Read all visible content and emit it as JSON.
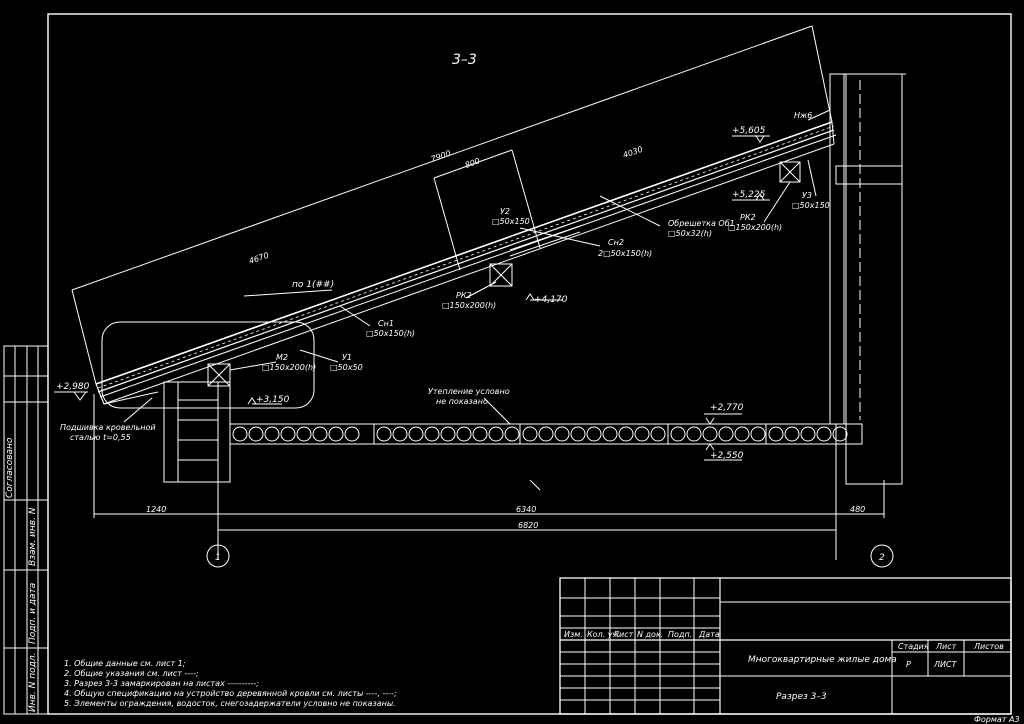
{
  "section_title": "3–3",
  "dims": {
    "d7900": "7900",
    "d800": "800",
    "d4030": "4030",
    "d4670": "4670",
    "d1240": "1240",
    "d6340": "6340",
    "d480": "480",
    "d6820": "6820"
  },
  "elevations": {
    "e5605": "+5,605",
    "e5225": "+5,225",
    "e4170": "+4,170",
    "e3150": "+3,150",
    "e2980": "+2,980",
    "e2770": "+2,770",
    "e2550": "+2,550"
  },
  "labels": {
    "nzh6": "Нж6",
    "po1": "по 1(##)",
    "v2": "У2",
    "v2_size": "□50x150",
    "ss2": "Сн2",
    "ss2_size": "2□50x150(h)",
    "obr": "Обрешетка Об1",
    "obr_size": "□50x32(h)",
    "rk2a": "РК2",
    "rk2a_size": "□150x200(h)",
    "v3": "У3",
    "v3_size": "□50x150",
    "rk2b": "РК2",
    "rk2b_size": "□150x200(h)",
    "ss1": "Сн1",
    "ss1_size": "□50x150(h)",
    "m2": "М2",
    "m2_size": "□150x200(h)",
    "v1": "У1",
    "v1_size": "□50x50",
    "podk1": "Подшивка кровельной",
    "podk2": "сталью  t=0,55",
    "ins1": "Утепление условно",
    "ins2": "не показано",
    "axis1": "1",
    "axis2": "2"
  },
  "notes": [
    "1.  Общие данные см. лист 1;",
    "2.  Общие указания см. лист ----;",
    "3.  Разрез 3-3 замаркирован на листах ----------;",
    "4.  Общую спецификацию на устройство деревянной кровли см. листы ----, ----;",
    "5.  Элементы ограждения, водосток, снегозадержатели условно не показаны."
  ],
  "side_stamp": [
    "Согласовано",
    "Взам. инв. N",
    "Подп. и дата",
    "Инв. N подл."
  ],
  "title_block": {
    "headers": [
      "Изм.",
      "Кол. уч.",
      "Лист",
      "N док.",
      "Подп.",
      "Дата"
    ],
    "project": "Многоквартирные жилые дома",
    "sheet_name": "Разрез 3–3",
    "stage_h": "Стадия",
    "sheet_h": "Лист",
    "sheets_h": "Листов",
    "stage": "Р",
    "sheet": "ЛИСТ",
    "format": "Формат А3"
  }
}
